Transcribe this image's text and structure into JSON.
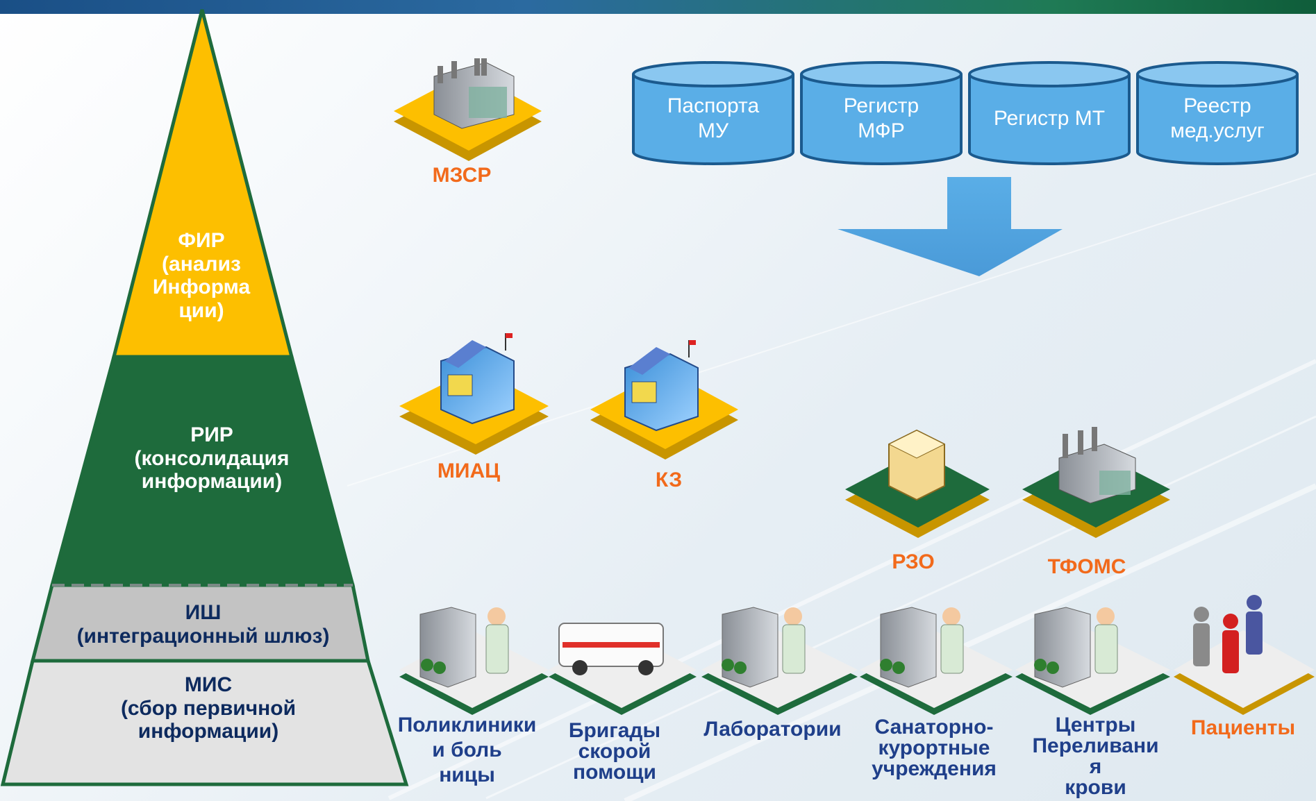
{
  "pyramid": {
    "fir": [
      "ФИР",
      "(анализ",
      "Информа",
      "ции)"
    ],
    "rir": [
      "РИР",
      "(консолидация",
      "информации)"
    ],
    "ish": [
      "ИШ",
      "(интеграционный шлюз)"
    ],
    "mis": [
      "МИС",
      "(сбор первичной",
      "информации)"
    ]
  },
  "registries": [
    [
      "Паспорта",
      "МУ"
    ],
    [
      "Регистр",
      "МФР"
    ],
    [
      "Регистр МТ"
    ],
    [
      "Реестр",
      "мед.услуг"
    ]
  ],
  "organizations": {
    "mzsr": "МЗСР",
    "miac": "МИАЦ",
    "kz": "КЗ",
    "rzo": "РЗО",
    "tfoms": "ТФОМС"
  },
  "facilities": {
    "clinics": [
      "Поликлиники",
      "и боль",
      "ницы"
    ],
    "ambulance": [
      "Бригады",
      "скорой",
      "помощи"
    ],
    "labs": [
      "Лаборатории"
    ],
    "sanatoriums": [
      "Санаторно-",
      "курортные",
      "учреждения"
    ],
    "blood": [
      "Центры",
      "Переливани",
      "я",
      "крови"
    ],
    "patients": [
      "Пациенты"
    ]
  },
  "colors": {
    "fir": "#fdbf00",
    "rir": "#1e6b3c",
    "ish": "#c3c3c3",
    "mis": "#e3e3e3",
    "cylinder": "#5aaee7",
    "platform_yellow": "#fdbf00",
    "platform_green": "#1e6b3c",
    "orange_label": "#f26a1b",
    "blue_label": "#1f3f8a"
  }
}
